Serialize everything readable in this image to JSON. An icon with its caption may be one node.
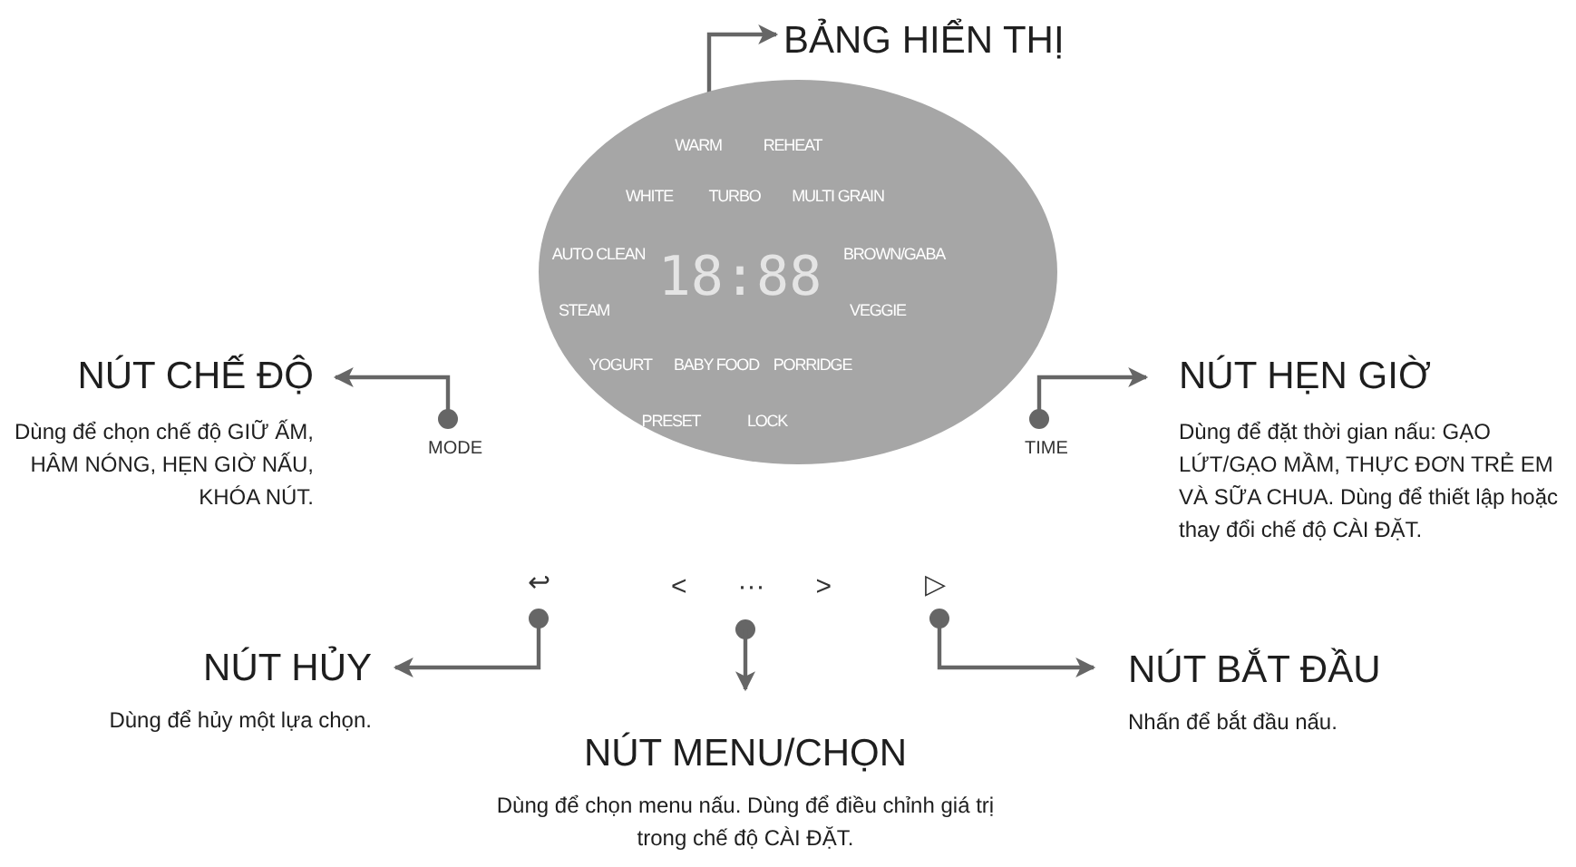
{
  "diagram": {
    "nodes": [
      {
        "text": [
          "WARM",
          "REHEAT",
          "WHITE",
          "TURBO",
          "MULTI GRAIN",
          "AUTO CLEAN",
          "18:88",
          "BROWN/GABA",
          "STEAM",
          "VEGGIE",
          "YOGURT",
          "BABY FOOD",
          "PORRIDGE",
          "PRESET",
          "LOCK"
        ]
      },
      {
        "text": [
          "BẢNG HIỂN THỊ"
        ]
      },
      {
        "text": [
          "MODE"
        ]
      },
      {
        "text": [
          "NÚT CHẾ ĐỘ",
          "Dùng để chọn chế độ GIỮ ẤM, HÂM NÓNG, HẸN GIỜ NẤU, KHÓA NÚT."
        ]
      },
      {
        "text": [
          "TIME"
        ]
      },
      {
        "text": [
          "NÚT HẸN GIỜ",
          "Dùng để đặt thời gian nấu: GẠO LỨT/GẠO MẦM, THỰC ĐƠN TRẺ EM VÀ SỮA CHUA. Dùng để thiết lập hoặc thay đổi chế độ CÀI ĐẶT."
        ]
      },
      {
        "text": [
          "↩"
        ]
      },
      {
        "text": [
          "NÚT HỦY",
          "Dùng để hủy một lựa chọn."
        ]
      },
      {
        "text": [
          "<",
          "···",
          ">"
        ]
      },
      {
        "text": [
          "NÚT MENU/CHỌN",
          "Dùng để chọn menu nấu. Dùng để điều chỉnh giá trị trong chế độ CÀI ĐẶT."
        ]
      },
      {
        "text": [
          "▷"
        ]
      },
      {
        "text": [
          "NÚT BẮT ĐẦU",
          "Nhấn để bắt đầu nấu."
        ]
      }
    ],
    "edges": [
      {
        "from": 0,
        "to": 1,
        "arrow": "to"
      },
      {
        "from": 2,
        "to": 3,
        "arrow": "to"
      },
      {
        "from": 4,
        "to": 5,
        "arrow": "to"
      },
      {
        "from": 6,
        "to": 7,
        "arrow": "to"
      },
      {
        "from": 8,
        "to": 9,
        "arrow": "to"
      },
      {
        "from": 10,
        "to": 11,
        "arrow": "to"
      }
    ]
  }
}
